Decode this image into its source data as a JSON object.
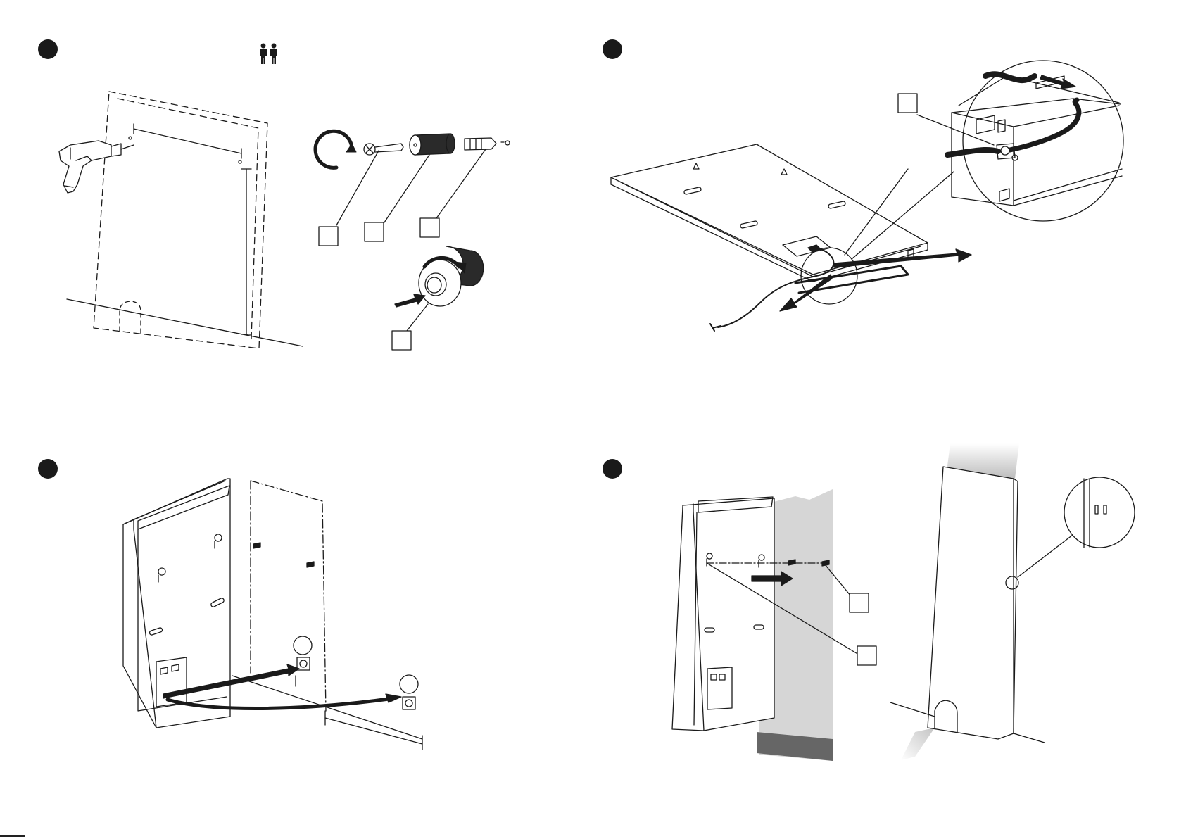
{
  "panels": [
    {
      "id": "step-1",
      "step_number": "",
      "icon": "two-person-icon"
    },
    {
      "id": "step-2",
      "step_number": ""
    },
    {
      "id": "step-3",
      "step_number": ""
    },
    {
      "id": "step-4",
      "step_number": ""
    }
  ],
  "callout_labels": {
    "p1_screw": "",
    "p1_sleeve": "",
    "p1_plug": "",
    "p1_collar": "",
    "p2_clip": "",
    "p4_hook": "",
    "p4_keyhole": ""
  },
  "colors": {
    "ink": "#1a1a1a",
    "badge": "#1a1a1a",
    "wall_shade": "#d6d6d6",
    "baseboard": "#666666"
  },
  "icons": [
    "drill-icon",
    "rotate-arrow-icon",
    "screw-icon",
    "sleeve-icon",
    "wall-plug-icon",
    "push-arrow-icon",
    "socket-icon",
    "magnifier-callout-icon",
    "power-cable-icon"
  ]
}
